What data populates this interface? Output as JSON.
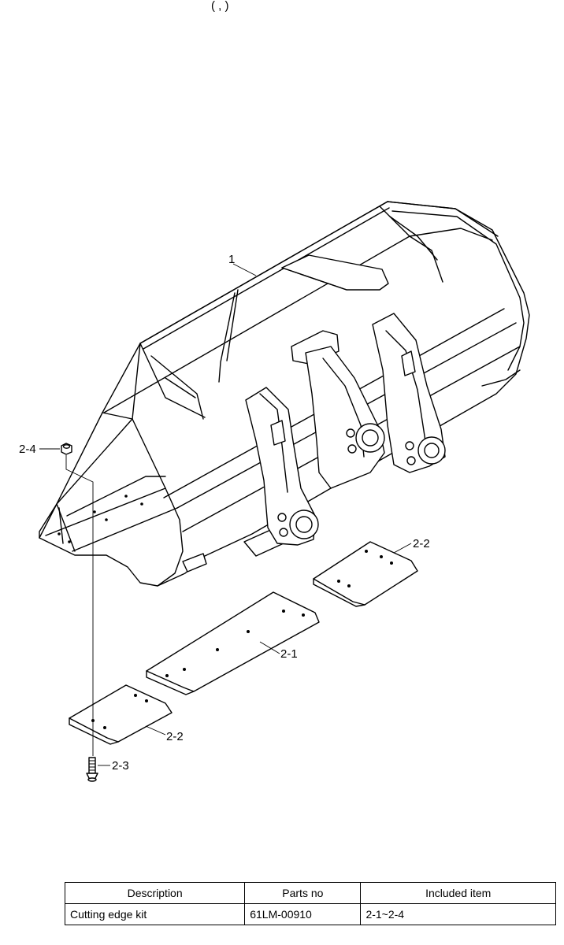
{
  "header_fragment": "(                  ,                                        )",
  "callouts": {
    "bucket": "1",
    "nut": "2-4",
    "edge_right": "2-2",
    "edge_center": "2-1",
    "edge_left": "2-2",
    "bolt": "2-3"
  },
  "table": {
    "headers": [
      "Description",
      "Parts no",
      "Included item"
    ],
    "rows": [
      [
        "Cutting edge kit",
        "61LM-00910",
        "2-1~2-4"
      ]
    ]
  }
}
